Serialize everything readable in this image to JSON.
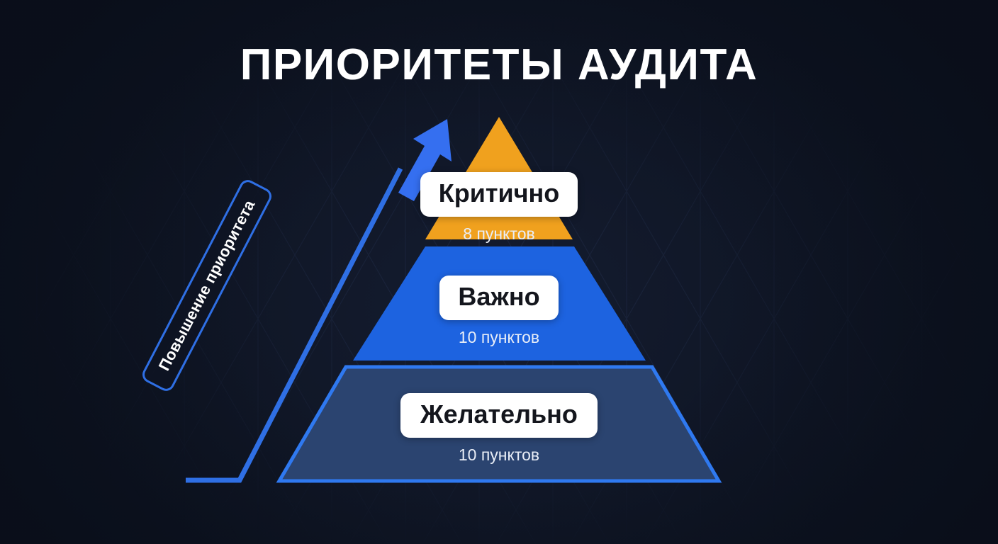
{
  "slide": {
    "title": "ПРИОРИТЕТЫ АУДИТА",
    "background_color": "#0e1422"
  },
  "arrow": {
    "caption": "Повышение приоритета",
    "color": "#2f6fe4",
    "direction": "up-right"
  },
  "pyramid": {
    "levels": [
      {
        "id": "critical",
        "label": "Критично",
        "count_text": "8 пунктов",
        "count": 8,
        "fill_color": "#f0a11e",
        "rank": 1
      },
      {
        "id": "important",
        "label": "Важно",
        "count_text": "10 пунктов",
        "count": 10,
        "fill_color": "#1d63e0",
        "rank": 2
      },
      {
        "id": "desirable",
        "label": "Желательно",
        "count_text": "10 пунктов",
        "count": 10,
        "fill_color": "#2b4470",
        "stroke_color": "#2f79f0",
        "rank": 3
      }
    ]
  },
  "colors": {
    "background": "#0e1422",
    "accent_blue": "#2f6fe4",
    "accent_orange": "#f0a11e",
    "badge_background": "#ffffff",
    "badge_text": "#14161d",
    "count_text": "#e9eef7",
    "title_text": "#ffffff"
  }
}
